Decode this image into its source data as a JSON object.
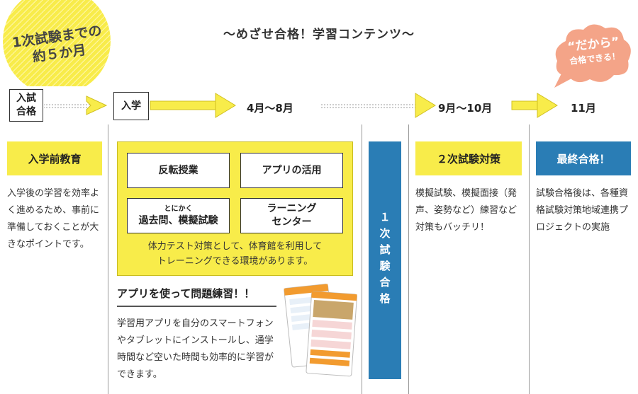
{
  "headline": {
    "burst_line1": "1次試験までの",
    "burst_line2": "約５か月",
    "title": "〜めざせ合格！学習コンテンツ〜",
    "bubble_line1": "“だから”",
    "bubble_line2": "合格できる！"
  },
  "colors": {
    "yellow": "#f8ec4a",
    "blue": "#2a7db5",
    "bubble": "#f4a488"
  },
  "timeline": {
    "stage1_line1": "入試",
    "stage1_line2": "合格",
    "stage2": "入学",
    "month1": "4月〜8月",
    "month2": "9月〜10月",
    "month3": "11月"
  },
  "pre_education": {
    "heading": "入学前教育",
    "text": "入学後の学習を効率よく進めるため、事前に準備しておくことが大きなポイントです。"
  },
  "lessons": {
    "box1": "反転授業",
    "box2": "アプリの活用",
    "box3_small": "とにかく",
    "box3": "過去問、模擬試験",
    "box4_line1": "ラーニング",
    "box4_line2": "センター",
    "note_line1": "体力テスト対策として、体育館を利用して",
    "note_line2": "トレーニングできる環境があります。"
  },
  "app": {
    "title": "アプリを使って問題練習！！",
    "text": "学習用アプリを自分のスマートフォンやタブレットにインストールし、通学時間など空いた時間も効率的に学習ができます。",
    "icon": "smartphone-app-screens-icon"
  },
  "first_exam": {
    "label": "１次試験合格"
  },
  "second_exam": {
    "heading": "２次試験対策",
    "text": "模擬試験、模擬面接（発声、姿勢など）練習など対策もバッチリ！"
  },
  "final": {
    "heading": "最終合格！",
    "text": "試験合格後は、各種資格試験対策地域連携プロジェクトの実施"
  }
}
